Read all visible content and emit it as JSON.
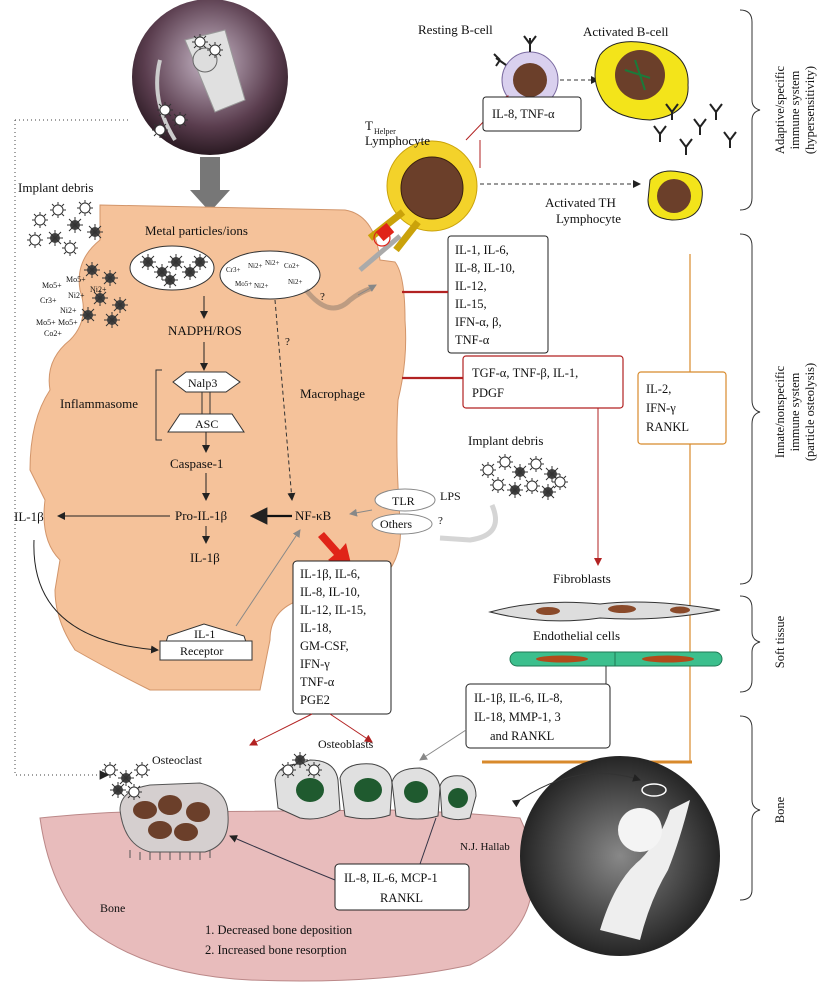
{
  "labels": {
    "implant_debris_left": "Implant debris",
    "metal_particles": "Metal particles/ions",
    "nadph_ros": "NADPH/ROS",
    "nalp3": "Nalp3",
    "asc": "ASC",
    "inflammasome": "Inflammasome",
    "caspase1": "Caspase-1",
    "pro_il1b": "Pro-IL-1β",
    "il1b_inner": "IL-1β",
    "il1b_left": "IL-1β",
    "nfkb": "NF-κB",
    "macrophage": "Macrophage",
    "il1_receptor_1": "IL-1",
    "il1_receptor_2": "Receptor",
    "tlr": "TLR",
    "lps": "LPS",
    "others": "Others",
    "question": "?",
    "implant_debris_right": "Implant debris",
    "resting_bcell": "Resting B-cell",
    "activated_bcell": "Activated B-cell",
    "thelper_t": "T",
    "thelper_sub": "Helper",
    "thelper_2": "Lymphocyte",
    "activated_th_1": "Activated TH",
    "activated_th_2": "Lymphocyte",
    "fibroblasts": "Fibroblasts",
    "endothelial": "Endothelial cells",
    "osteoclast": "Osteoclast",
    "osteoblasts": "Osteoblasts",
    "author": "N.J. Hallab",
    "bone": "Bone",
    "outcome_1": "1. Decreased bone deposition",
    "outcome_2": "2. Increased bone resorption"
  },
  "ions_left": [
    "Mo5+",
    "Mo5+",
    "Cr3+",
    "Ni2+",
    "Ni2+",
    "Ni2+",
    "Mo5+",
    "Mo5+",
    "Co2+"
  ],
  "ions_right": [
    "Cr3+",
    "Ni2+",
    "Ni2+",
    "Co2+",
    "Mo5+",
    "Ni2+",
    "Ni2+"
  ],
  "boxes": {
    "bcell_cytokines": [
      "IL-8, TNF-α"
    ],
    "th_cytokines": [
      "IL-1, IL-6,",
      "IL-8, IL-10,",
      "IL-12,",
      "IL-15,",
      "IFN-α, β,",
      "TNF-α"
    ],
    "macro_red": [
      "TGF-α, TNF-β, IL-1,",
      "PDGF"
    ],
    "orange": [
      "IL-2,",
      "IFN-γ",
      "RANKL"
    ],
    "macro_out": [
      "IL-1β, IL-6,",
      "IL-8, IL-10,",
      "IL-12, IL-15,",
      "IL-18,",
      "GM-CSF,",
      "IFN-γ",
      "TNF-α",
      "PGE2"
    ],
    "soft_tissue": [
      "IL-1β, IL-6, IL-8,",
      "IL-18, MMP-1, 3",
      "and RANKL"
    ],
    "bone_box": [
      "IL-8, IL-6, MCP-1",
      "RANKL"
    ]
  },
  "side_labels": {
    "adaptive": [
      "Adaptive/specific",
      "immune system",
      "(hypersensitivity)"
    ],
    "innate": [
      "Innate/nonspecific",
      "immune system",
      "(particle osteolysis)"
    ],
    "soft": [
      "Soft tissue"
    ],
    "bone": [
      "Bone"
    ]
  },
  "colors": {
    "macrophage": "#f5c29a",
    "bone": "#e8bcbc",
    "th_cell": "#f3d22a",
    "bcell_resting": "#d9d0ee",
    "endothelial": "#3cbf8d",
    "red_arrow": "#e02418",
    "orange_line": "#d88a2c"
  }
}
